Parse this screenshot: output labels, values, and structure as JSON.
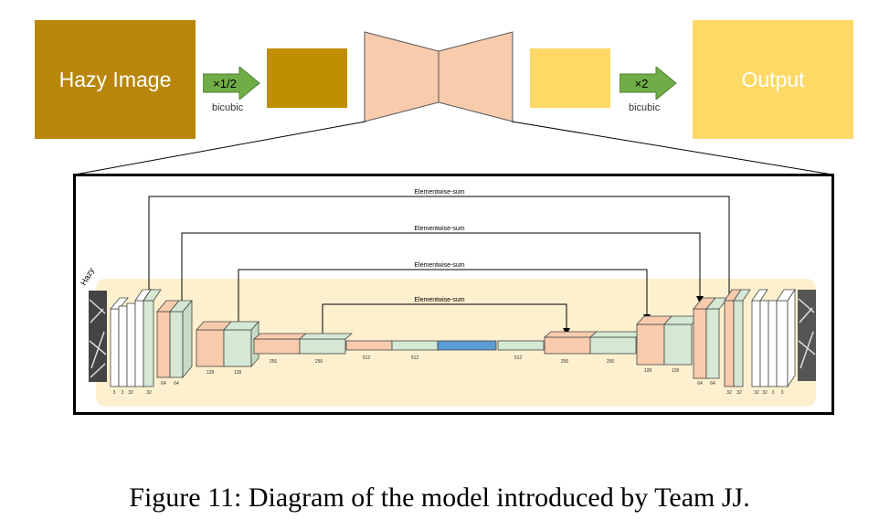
{
  "top_row": {
    "input_label": "Hazy Image",
    "downsample_label": "×1/2",
    "downsample_method": "bicubic",
    "upsample_label": "×2",
    "upsample_method": "bicubic",
    "output_label": "Output"
  },
  "detail": {
    "input_side_label": "Hazy",
    "skip_labels": [
      "Elementwise-sum",
      "Elementwise-sum",
      "Elementwise-sum",
      "Elementwise-sum"
    ],
    "channel_labels": {
      "input_stack": [
        "3",
        "3",
        "32",
        "32"
      ],
      "enc_32": "32",
      "enc_64_a": "64",
      "enc_64_b": "64",
      "enc_128_a": "128",
      "enc_128_b": "128",
      "enc_256_a": "256",
      "enc_256_b": "256",
      "enc_512_a": "512",
      "enc_512_b": "512",
      "dec_512": "512",
      "dec_256_a": "256",
      "dec_256_b": "256",
      "dec_128_a": "128",
      "dec_128_b": "128",
      "dec_64_a": "64",
      "dec_64_b": "64",
      "dec_32_a": "32",
      "dec_32_b": "32",
      "output_stack": [
        "32",
        "32",
        "3",
        "3"
      ]
    }
  },
  "caption": "Figure 11: Diagram of the model introduced by Team JJ.",
  "colors": {
    "hazy_box": "#b8860b",
    "down_box": "#bf8f00",
    "trapezoid": "#f8cbad",
    "up_box": "#ffd966",
    "output_box": "#ffd966",
    "arrow_green": "#70ad47",
    "panel_bg": "#fdf0cf",
    "conv_salmon": "#f8cbad",
    "conv_green": "#d5e8d4",
    "bottleneck_blue": "#5b9bd5"
  }
}
